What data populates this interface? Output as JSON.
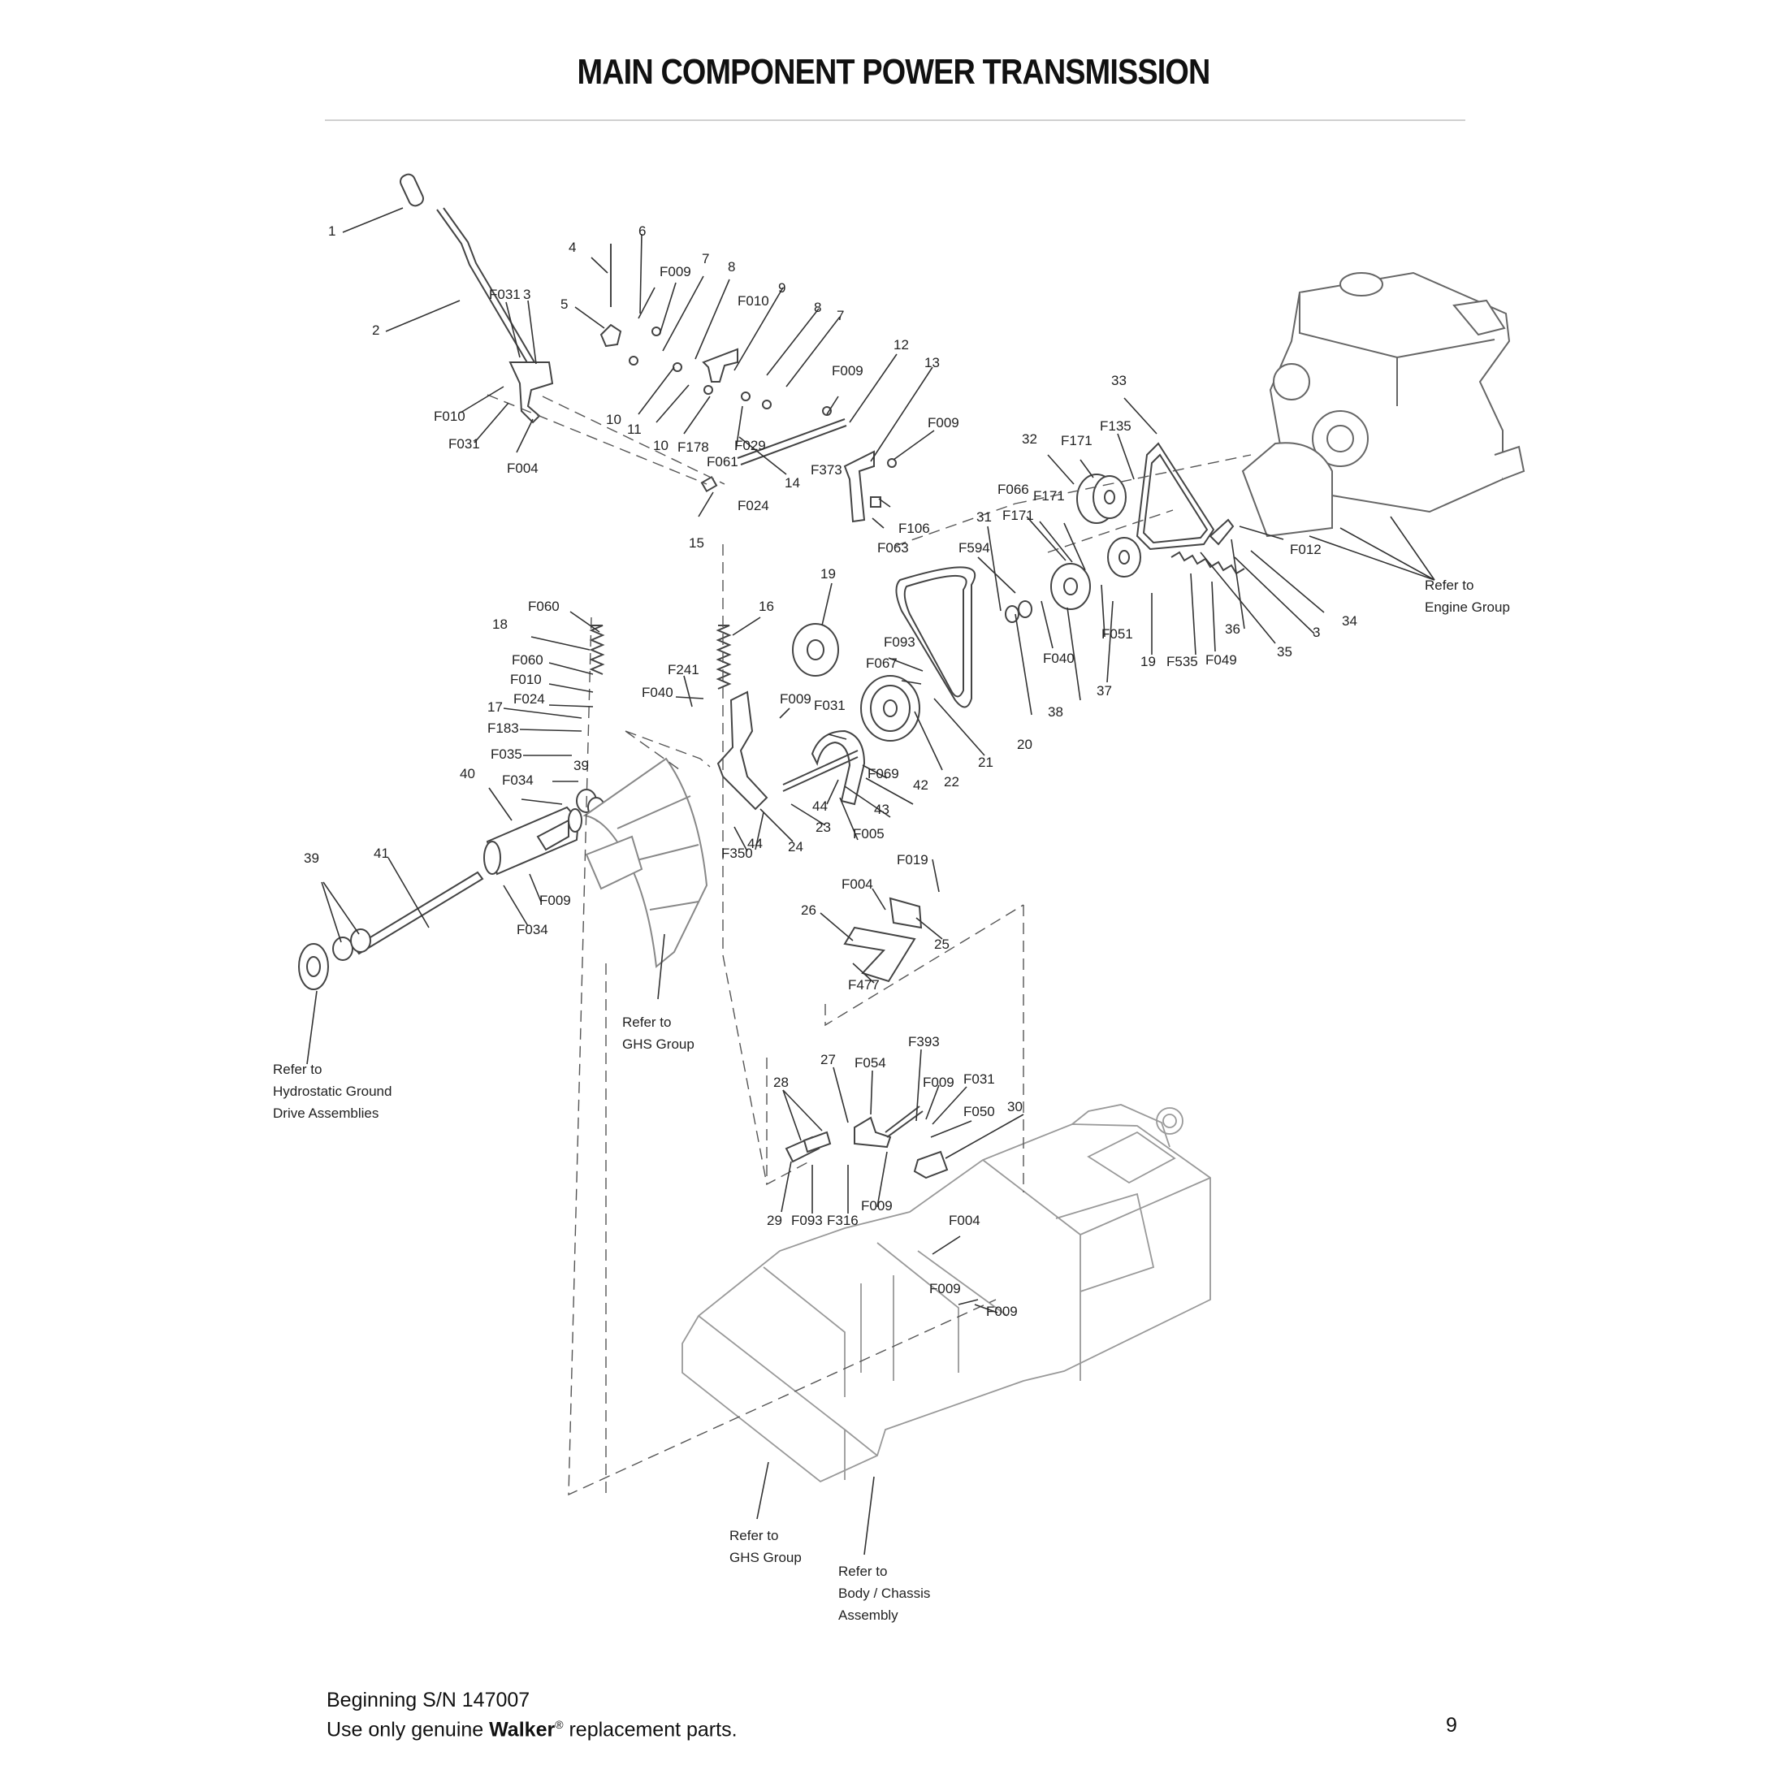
{
  "page": {
    "title": "MAIN COMPONENT POWER TRANSMISSION",
    "footer_serial": "Beginning S/N 147007",
    "footer_note_prefix": "Use only genuine ",
    "footer_brand": "Walker",
    "footer_reg": "®",
    "footer_note_suffix": " replacement parts.",
    "page_number": "9"
  },
  "callouts": [
    {
      "id": "c1",
      "text": "1"
    },
    {
      "id": "c2",
      "text": "2"
    },
    {
      "id": "c3",
      "text": "F031"
    },
    {
      "id": "c4",
      "text": "3"
    },
    {
      "id": "c5",
      "text": "F010"
    },
    {
      "id": "c6",
      "text": "F031"
    },
    {
      "id": "c7",
      "text": "F004"
    },
    {
      "id": "c8",
      "text": "4"
    },
    {
      "id": "c9",
      "text": "6"
    },
    {
      "id": "c10",
      "text": "5"
    },
    {
      "id": "c11",
      "text": "F009"
    },
    {
      "id": "c12",
      "text": "7"
    },
    {
      "id": "c13",
      "text": "8"
    },
    {
      "id": "c14",
      "text": "F010"
    },
    {
      "id": "c15",
      "text": "9"
    },
    {
      "id": "c16",
      "text": "8"
    },
    {
      "id": "c17",
      "text": "7"
    },
    {
      "id": "c18",
      "text": "10"
    },
    {
      "id": "c19",
      "text": "11"
    },
    {
      "id": "c20",
      "text": "10"
    },
    {
      "id": "c21",
      "text": "F178"
    },
    {
      "id": "c22",
      "text": "F029"
    },
    {
      "id": "c23",
      "text": "F061"
    },
    {
      "id": "c24",
      "text": "F009"
    },
    {
      "id": "c25",
      "text": "12"
    },
    {
      "id": "c26",
      "text": "13"
    },
    {
      "id": "c27",
      "text": "F373"
    },
    {
      "id": "c28",
      "text": "14"
    },
    {
      "id": "c29",
      "text": "F024"
    },
    {
      "id": "c30",
      "text": "15"
    },
    {
      "id": "c31",
      "text": "F009"
    },
    {
      "id": "c32",
      "text": "F106"
    },
    {
      "id": "c33",
      "text": "F063"
    },
    {
      "id": "c34",
      "text": "33"
    },
    {
      "id": "c35",
      "text": "32"
    },
    {
      "id": "c36",
      "text": "F171"
    },
    {
      "id": "c37",
      "text": "F135"
    },
    {
      "id": "c38",
      "text": "F066"
    },
    {
      "id": "c39",
      "text": "F171"
    },
    {
      "id": "c40",
      "text": "F171"
    },
    {
      "id": "c41",
      "text": "31"
    },
    {
      "id": "c42",
      "text": "F594"
    },
    {
      "id": "c43",
      "text": "F012"
    },
    {
      "id": "c44",
      "text": "34"
    },
    {
      "id": "c45",
      "text": "3"
    },
    {
      "id": "c46",
      "text": "36"
    },
    {
      "id": "c47",
      "text": "35"
    },
    {
      "id": "c48",
      "text": "F051"
    },
    {
      "id": "c49",
      "text": "19"
    },
    {
      "id": "c50",
      "text": "F535"
    },
    {
      "id": "c51",
      "text": "F049"
    },
    {
      "id": "c52",
      "text": "F040"
    },
    {
      "id": "c53",
      "text": "37"
    },
    {
      "id": "c54",
      "text": "38"
    },
    {
      "id": "c55",
      "text": "20"
    },
    {
      "id": "c56",
      "text": "19"
    },
    {
      "id": "c57",
      "text": "16"
    },
    {
      "id": "c58",
      "text": "F093"
    },
    {
      "id": "c59",
      "text": "F067"
    },
    {
      "id": "c60",
      "text": "21"
    },
    {
      "id": "c61",
      "text": "22"
    },
    {
      "id": "c62",
      "text": "F060"
    },
    {
      "id": "c63",
      "text": "18"
    },
    {
      "id": "c64",
      "text": "F060"
    },
    {
      "id": "c65",
      "text": "F010"
    },
    {
      "id": "c66",
      "text": "F024"
    },
    {
      "id": "c67",
      "text": "17"
    },
    {
      "id": "c68",
      "text": "F183"
    },
    {
      "id": "c69",
      "text": "F035"
    },
    {
      "id": "c70",
      "text": "39"
    },
    {
      "id": "c71",
      "text": "F034"
    },
    {
      "id": "c72",
      "text": "40"
    },
    {
      "id": "c73",
      "text": "F241"
    },
    {
      "id": "c74",
      "text": "F040"
    },
    {
      "id": "c75",
      "text": "F009"
    },
    {
      "id": "c76",
      "text": "F031"
    },
    {
      "id": "c77",
      "text": "F069"
    },
    {
      "id": "c78",
      "text": "42"
    },
    {
      "id": "c79",
      "text": "43"
    },
    {
      "id": "c80",
      "text": "44"
    },
    {
      "id": "c81",
      "text": "23"
    },
    {
      "id": "c82",
      "text": "F005"
    },
    {
      "id": "c83",
      "text": "24"
    },
    {
      "id": "c84",
      "text": "44"
    },
    {
      "id": "c85",
      "text": "F350"
    },
    {
      "id": "c86",
      "text": "41"
    },
    {
      "id": "c87",
      "text": "39"
    },
    {
      "id": "c88",
      "text": "F009"
    },
    {
      "id": "c89",
      "text": "F034"
    },
    {
      "id": "c90",
      "text": "F019"
    },
    {
      "id": "c91",
      "text": "F004"
    },
    {
      "id": "c92",
      "text": "26"
    },
    {
      "id": "c93",
      "text": "25"
    },
    {
      "id": "c94",
      "text": "F477"
    },
    {
      "id": "c95",
      "text": "F393"
    },
    {
      "id": "c96",
      "text": "27"
    },
    {
      "id": "c97",
      "text": "F054"
    },
    {
      "id": "c98",
      "text": "28"
    },
    {
      "id": "c99",
      "text": "F009"
    },
    {
      "id": "c100",
      "text": "F031"
    },
    {
      "id": "c101",
      "text": "F050"
    },
    {
      "id": "c102",
      "text": "30"
    },
    {
      "id": "c103",
      "text": "29"
    },
    {
      "id": "c104",
      "text": "F093"
    },
    {
      "id": "c105",
      "text": "F316"
    },
    {
      "id": "c106",
      "text": "F009"
    },
    {
      "id": "c107",
      "text": "F004"
    },
    {
      "id": "c108",
      "text": "F009"
    },
    {
      "id": "c109",
      "text": "F009"
    }
  ],
  "notes": {
    "engine": [
      "Refer to",
      "Engine Group"
    ],
    "ghs_upper": [
      "Refer to",
      "GHS Group"
    ],
    "hydrostatic": [
      "Refer to",
      "Hydrostatic Ground",
      "Drive Assemblies"
    ],
    "ghs_lower": [
      "Refer to",
      "GHS Group"
    ],
    "body": [
      "Refer to",
      "Body / Chassis",
      "Assembly"
    ]
  }
}
